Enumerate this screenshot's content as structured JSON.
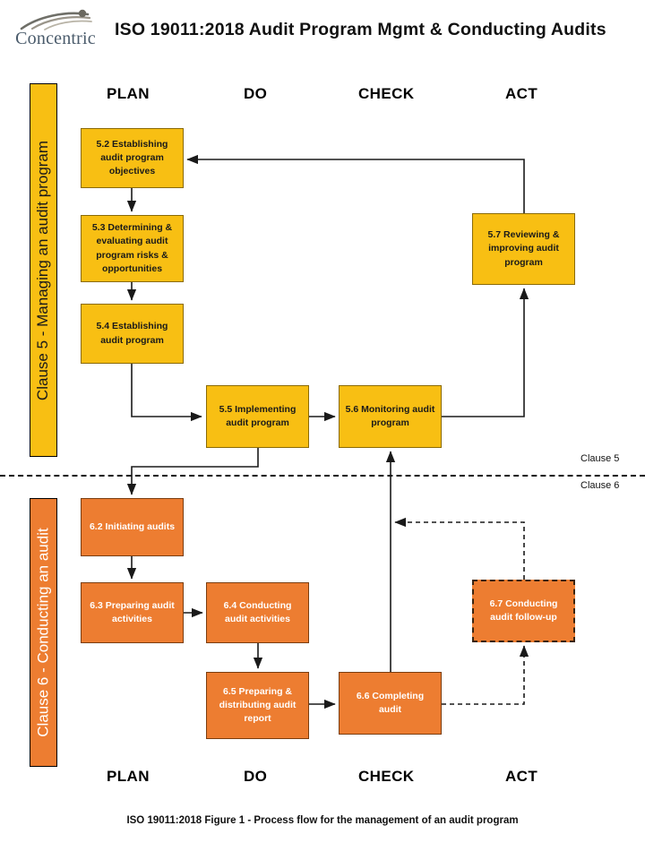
{
  "header": {
    "logo_text": "Concentric",
    "logo_icon": "concentric-swoosh-logo",
    "title": "ISO 19011:2018 Audit Program Mgmt & Conducting Audits"
  },
  "pdca_top": [
    {
      "label": "PLAN"
    },
    {
      "label": "DO"
    },
    {
      "label": "CHECK"
    },
    {
      "label": "ACT"
    }
  ],
  "pdca_bottom": [
    {
      "label": "PLAN"
    },
    {
      "label": "DO"
    },
    {
      "label": "CHECK"
    },
    {
      "label": "ACT"
    }
  ],
  "clause5": {
    "bar_label": "Clause 5 - Managing an audit program",
    "tag": "Clause 5",
    "color": "#F8BF13",
    "boxes": [
      {
        "id": "5.2",
        "label": "5.2 Establishing audit program objectives"
      },
      {
        "id": "5.3",
        "label": "5.3 Determining & evaluating audit program risks & opportunities"
      },
      {
        "id": "5.4",
        "label": "5.4 Establishing audit program"
      },
      {
        "id": "5.5",
        "label": "5.5 Implementing audit program"
      },
      {
        "id": "5.6",
        "label": "5.6 Monitoring audit program"
      },
      {
        "id": "5.7",
        "label": "5.7 Reviewing & improving audit program"
      }
    ]
  },
  "clause6": {
    "bar_label": "Clause 6 - Conducting an audit",
    "tag": "Clause 6",
    "color": "#ED7D31",
    "boxes": [
      {
        "id": "6.2",
        "label": "6.2 Initiating audits"
      },
      {
        "id": "6.3",
        "label": "6.3 Preparing audit activities"
      },
      {
        "id": "6.4",
        "label": "6.4 Conducting audit activities"
      },
      {
        "id": "6.5",
        "label": "6.5 Preparing & distributing audit report"
      },
      {
        "id": "6.6",
        "label": "6.6 Completing audit"
      },
      {
        "id": "6.7",
        "label": "6.7 Conducting audit follow-up"
      }
    ]
  },
  "caption": "ISO 19011:2018 Figure 1 - Process flow for the management of an audit program",
  "colors": {
    "yellow": "#F8BF13",
    "orange": "#ED7D31",
    "connector": "#1a1a1a",
    "logo_text": "#4a5b6b"
  }
}
